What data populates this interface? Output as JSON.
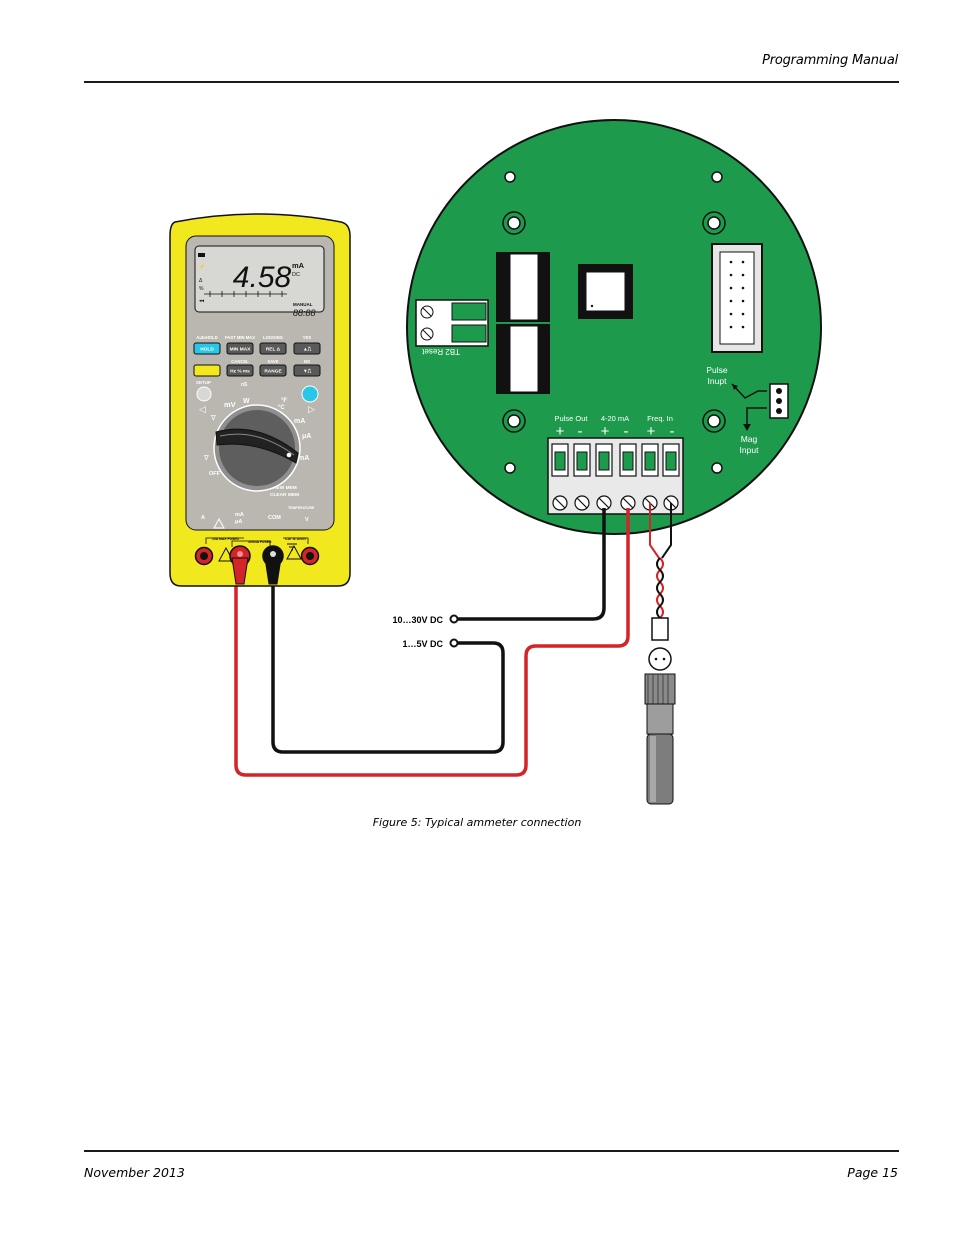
{
  "header": {
    "title": "Programming Manual"
  },
  "footer": {
    "date": "November 2013",
    "page": "Page 15"
  },
  "figure": {
    "caption": "Figure 5:  Typical ammeter connection",
    "wire_labels": {
      "supply": "10…30V DC",
      "signal": "1…5V DC"
    },
    "board": {
      "reset_label": "TB2 Reset",
      "pulse_input": [
        "Pulse",
        "Inupt"
      ],
      "mag_input": [
        "Mag",
        "Input"
      ],
      "terminal_groups": [
        "Pulse Out",
        "4-20 mA",
        "Freq. In"
      ],
      "polarity": [
        "+",
        "-",
        "+",
        "-",
        "+",
        "-"
      ]
    },
    "meter": {
      "reading": "4.58",
      "unit": "mA",
      "unit_sub": "DC",
      "manual": "MANUAL",
      "small_digits": "88:88",
      "top_labels": [
        "AutoHOLD",
        "FAST MIN MAX",
        "LOGGING",
        "YES"
      ],
      "row1_buttons": [
        "HOLD",
        "MIN MAX",
        "REL Δ",
        "▲⎍"
      ],
      "mid_labels": [
        "CANCEL",
        "SAVE",
        "NO"
      ],
      "row2_buttons": [
        "",
        "Hz % ms",
        "RANGE",
        "▼⎍"
      ],
      "setup": "SETUP",
      "dial_labels": {
        "off": "OFF",
        "mv": "mV",
        "ns": "nS",
        "w": "W",
        "f": "°F",
        "c": "°C",
        "ma_right": "mA",
        "ua": "μA",
        "ma_lower": "mA",
        "view_mem": "VIEW MEM",
        "clear_mem": "CLEAR MEM",
        "temperature": "TEMPERATURE"
      },
      "jack_labels": {
        "a": "A",
        "ma": "mA",
        "ua": "μA",
        "com": "COM",
        "v": "V"
      },
      "fuse_labels": [
        "10A MAX FUSED",
        "400mA FUSED",
        "CAT III 1000V"
      ]
    }
  },
  "colors": {
    "board": "#1e9a4c",
    "meter_body": "#f2e81e",
    "meter_face": "#b9b7b0",
    "lcd": "#d7d8d4",
    "red_wire": "#d3242a",
    "black_wire": "#111111",
    "button_cyan": "#29c6e7"
  }
}
